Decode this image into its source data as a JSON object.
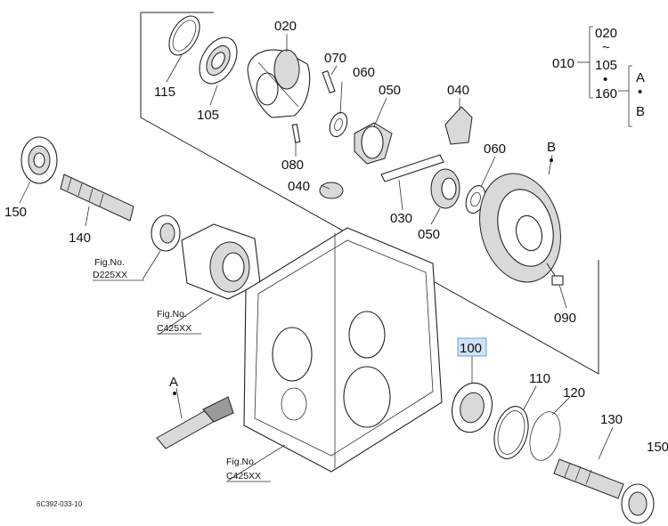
{
  "document_code": "6C392-033-10",
  "parts": {
    "p020": "020",
    "p070": "070",
    "p060a": "060",
    "p050a": "050",
    "p040a": "040",
    "p115": "115",
    "p105": "105",
    "p080": "080",
    "p040b": "040",
    "p030": "030",
    "p050b": "050",
    "p060b": "060",
    "pB": "B",
    "p090": "090",
    "p150a": "150",
    "p140": "140",
    "p100": "100",
    "p110": "110",
    "p120": "120",
    "p130": "130",
    "p150b": "150",
    "pA": "A"
  },
  "legend": {
    "range_top": "020",
    "range_sep": "~",
    "range_mid": "105",
    "range_dot": "•",
    "range_bottom": "160",
    "assembly": "010",
    "ref_a": "A",
    "ref_dot": "•",
    "ref_b": "B"
  },
  "fig_refs": {
    "f1_label": "Fig.No.",
    "f1_code": "D225XX",
    "f2_label": "Fig.No.",
    "f2_code": "C425XX",
    "f3_label": "Fig.No.",
    "f3_code": "C425XX"
  },
  "highlighted_part": "100"
}
